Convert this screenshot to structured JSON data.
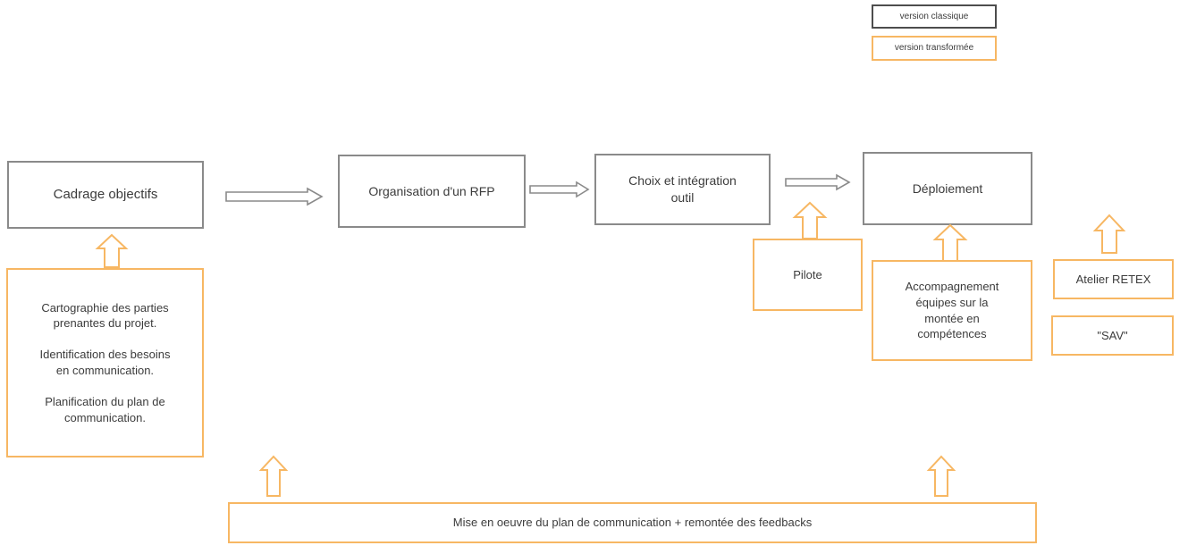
{
  "legend": {
    "classic": {
      "label": "version classique",
      "border_color": "#4d4d4d"
    },
    "transformed": {
      "label": "version transformée",
      "border_color": "#f7b763"
    }
  },
  "colors": {
    "classic_border": "#8a8a8a",
    "transformed_border": "#f7b763",
    "arrow_classic": "#8a8a8a",
    "arrow_transformed": "#f7b763",
    "text": "#3c3c3c",
    "background": "#ffffff"
  },
  "flow": {
    "steps": [
      {
        "id": "cadrage",
        "label": "Cadrage objectifs",
        "style": "classique"
      },
      {
        "id": "rfp",
        "label": "Organisation d'un RFP",
        "style": "classique"
      },
      {
        "id": "choix",
        "label": "Choix et intégration\noutil",
        "style": "classique"
      },
      {
        "id": "deploiement",
        "label": "Déploiement",
        "style": "classique"
      }
    ],
    "connectors": [
      {
        "id": "cadrage-rfp",
        "from": "cadrage",
        "to": "rfp",
        "direction": "right",
        "style": "classique"
      },
      {
        "id": "rfp-choix",
        "from": "rfp",
        "to": "choix",
        "direction": "right",
        "style": "classique"
      },
      {
        "id": "choix-deploiement",
        "from": "choix",
        "to": "deploiement",
        "direction": "right",
        "style": "classique"
      }
    ]
  },
  "support": {
    "items": [
      {
        "id": "comm-plan",
        "label": "Cartographie des parties\nprenantes du projet.\n\nIdentification des besoins\nen communication.\n\nPlanification du plan de\ncommunication.",
        "style": "transformee",
        "feeds": "cadrage"
      },
      {
        "id": "pilote",
        "label": "Pilote",
        "style": "transformee",
        "feeds": "deploiement"
      },
      {
        "id": "accompagnement",
        "label": "Accompagnement\néquipes sur la\nmontée en\ncompétences",
        "style": "transformee",
        "feeds": "deploiement"
      },
      {
        "id": "retex",
        "label": "Atelier RETEX",
        "style": "transformee",
        "feeds": "deploiement"
      },
      {
        "id": "sav",
        "label": "\"SAV\"",
        "style": "transformee",
        "feeds": "deploiement"
      },
      {
        "id": "mise-oeuvre",
        "label": "Mise en oeuvre du plan de communication + remontée des feedbacks",
        "style": "transformee",
        "feeds": "flow"
      }
    ]
  },
  "arrows": {
    "up_arrows": [
      {
        "id": "up-comm-plan",
        "target": "cadrage",
        "style": "transformee"
      },
      {
        "id": "up-pilote",
        "target": "choix",
        "style": "transformee"
      },
      {
        "id": "up-accompagnement",
        "target": "deploiement",
        "style": "transformee"
      },
      {
        "id": "up-retex",
        "target": "deploiement",
        "style": "transformee"
      },
      {
        "id": "up-bottom-left",
        "target": "flow-left",
        "style": "transformee"
      },
      {
        "id": "up-bottom-right",
        "target": "flow-right",
        "style": "transformee"
      }
    ]
  }
}
